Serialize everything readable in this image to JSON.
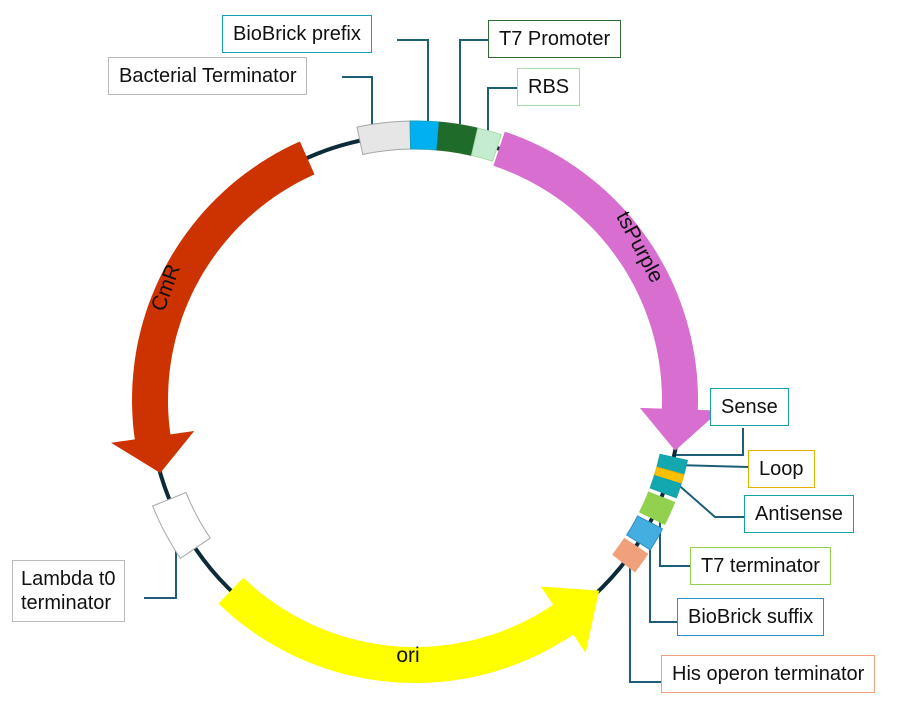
{
  "backbone_color": "#0d2a38",
  "leader_color": "#1d5d78",
  "features": {
    "cmr": {
      "label": "CmR",
      "color": "#cc3300",
      "type": "arrow"
    },
    "tspurple": {
      "label": "tsPurple",
      "color": "#d86ecf",
      "type": "arrow"
    },
    "ori": {
      "label": "ori",
      "color": "#ffff00",
      "type": "arrow"
    },
    "bacterial_terminator": {
      "label": "Bacterial Terminator",
      "color": "#e6e6e6",
      "border": "#a6a6a6"
    },
    "biobrick_prefix": {
      "label": "BioBrick prefix",
      "color": "#00b0f0",
      "border": "#17a0b8"
    },
    "t7_promoter": {
      "label": "T7 Promoter",
      "color": "#1e6b2a",
      "border": "#2e6b30"
    },
    "rbs": {
      "label": "RBS",
      "color": "#c5ecd0",
      "border": "#a8dca8"
    },
    "sense": {
      "label": "Sense",
      "color": "#13a8b0",
      "border": "#13a0a8"
    },
    "loop": {
      "label": "Loop",
      "color": "#ffc000",
      "border": "#e6b000"
    },
    "antisense": {
      "label": "Antisense",
      "color": "#13a8b0",
      "border": "#13a0a8"
    },
    "t7_terminator": {
      "label": "T7 terminator",
      "color": "#92d050",
      "border": "#92d050"
    },
    "biobrick_suffix": {
      "label": "BioBrick suffix",
      "color": "#45aee0",
      "border": "#2e8fc8"
    },
    "his_operon_terminator": {
      "label": "His operon terminator",
      "color": "#f0a07a",
      "border": "#f0a07a"
    },
    "lambda_t0_terminator": {
      "label_line1": "Lambda t0",
      "label_line2": "terminator",
      "color": "#ffffff",
      "border": "#a6a6a6"
    }
  }
}
